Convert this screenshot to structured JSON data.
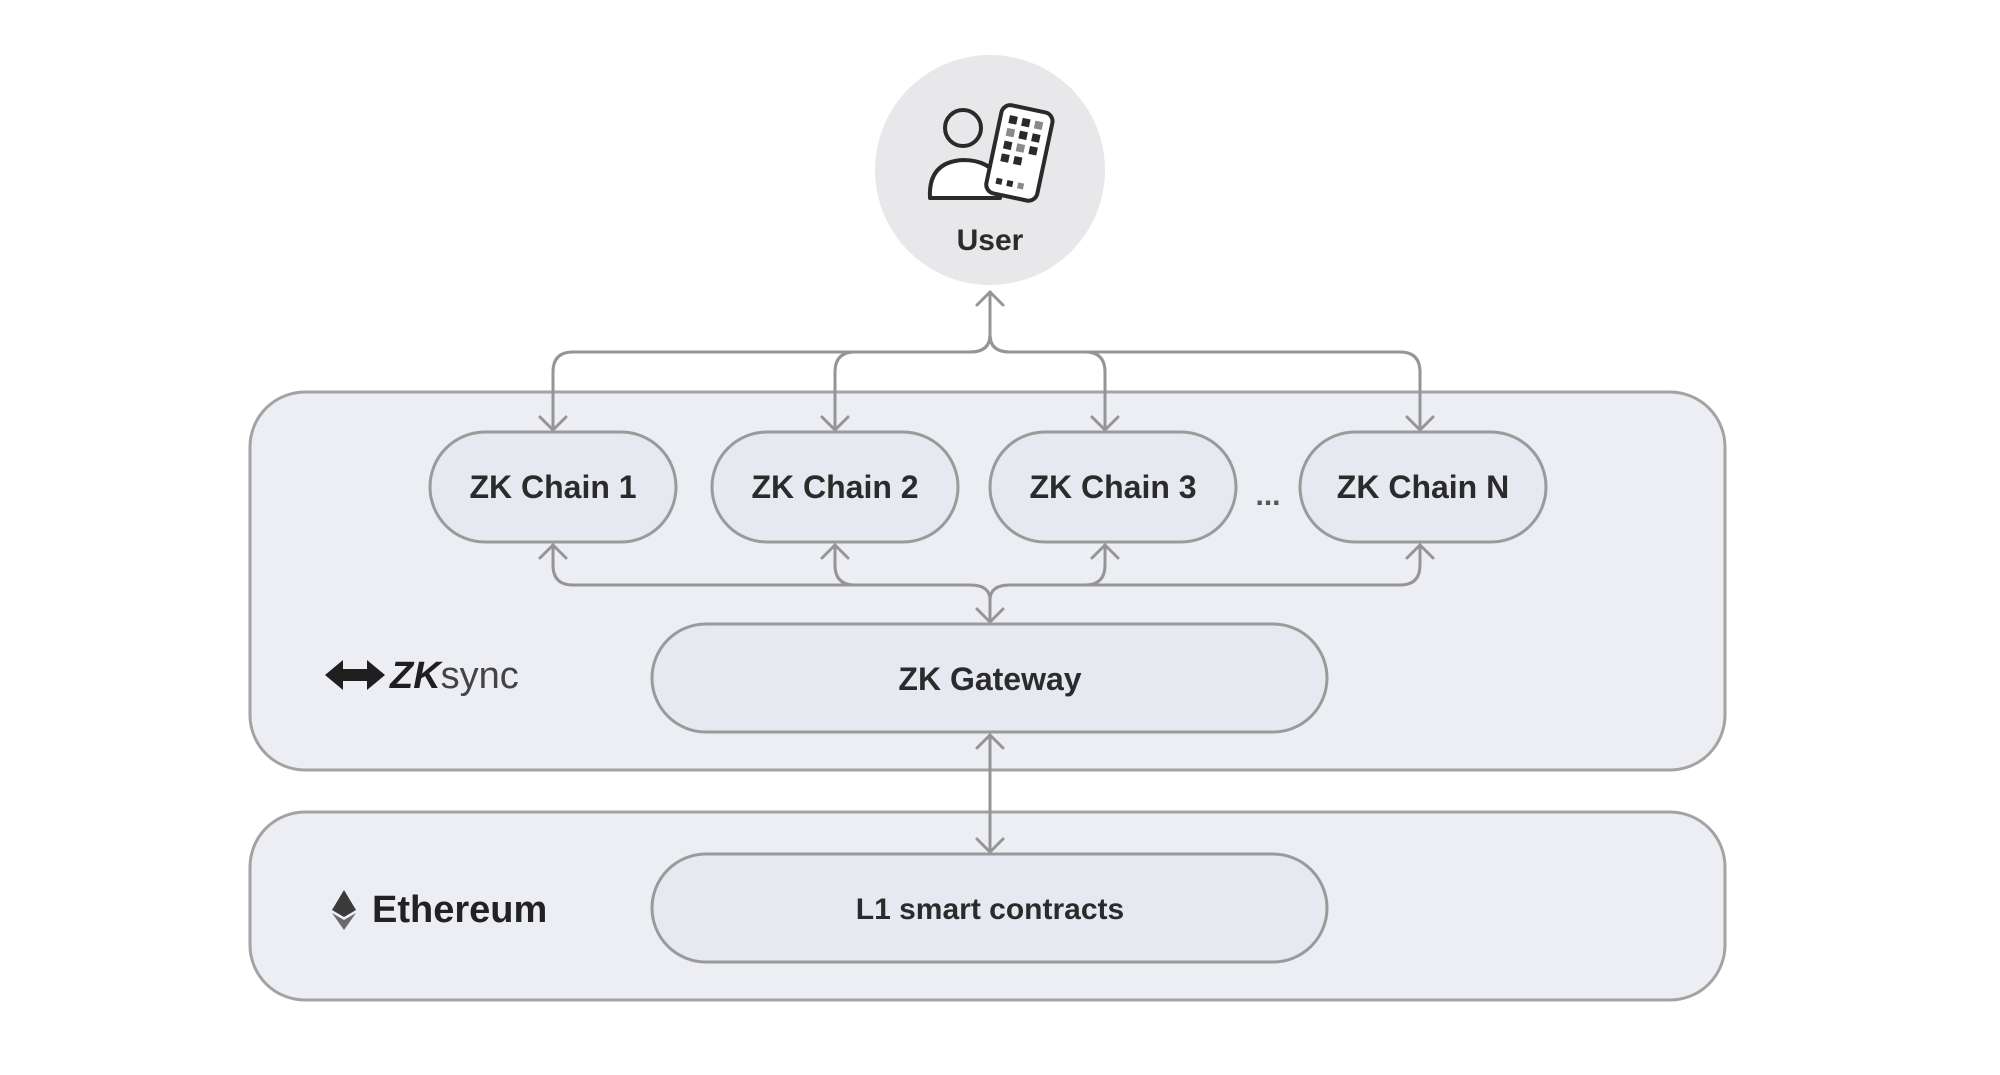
{
  "user": {
    "label": "User",
    "icon": "user-with-phone-icon"
  },
  "zksync_layer": {
    "brand_prefix": "ZK",
    "brand_suffix": "sync",
    "logo_icon": "zksync-arrows-icon",
    "chains": [
      {
        "label": "ZK Chain 1"
      },
      {
        "label": "ZK Chain 2"
      },
      {
        "label": "ZK Chain 3"
      },
      {
        "label": "ZK Chain N"
      }
    ],
    "ellipsis": "...",
    "gateway": {
      "label": "ZK Gateway"
    }
  },
  "ethereum_layer": {
    "label": "Ethereum",
    "logo_icon": "ethereum-diamond-icon",
    "contracts": {
      "label": "L1 smart contracts"
    }
  },
  "colors": {
    "panel_fill": "#eceef3",
    "node_fill": "#e6e9f0",
    "stroke": "#9a9a9a",
    "text": "#2b2b2b",
    "user_circle": "#e8e8ea"
  }
}
